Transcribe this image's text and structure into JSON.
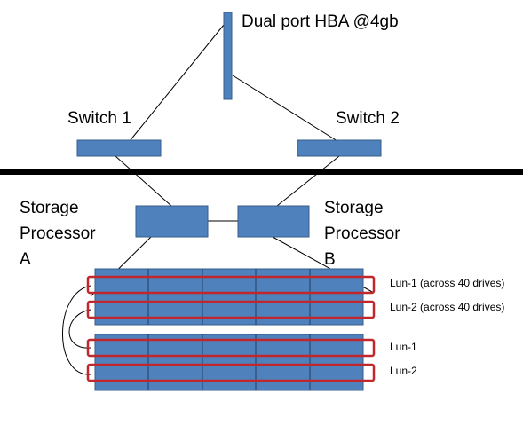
{
  "hba": {
    "label": "Dual port HBA @4gb"
  },
  "switches": [
    {
      "label": "Switch 1"
    },
    {
      "label": "Switch 2"
    }
  ],
  "storage_processors": [
    {
      "lines": [
        "Storage",
        "Processor",
        "A"
      ]
    },
    {
      "lines": [
        "Storage",
        "Processor",
        "B"
      ]
    }
  ],
  "luns": [
    {
      "label": "Lun-1 (across 40 drives)"
    },
    {
      "label": "Lun-2 (across 40 drives)"
    },
    {
      "label": "Lun-1"
    },
    {
      "label": "Lun-2"
    }
  ],
  "colors": {
    "box_fill": "#4f81bd",
    "box_stroke": "#385d8a",
    "lun_outline": "#c0282d",
    "line": "#000000"
  }
}
